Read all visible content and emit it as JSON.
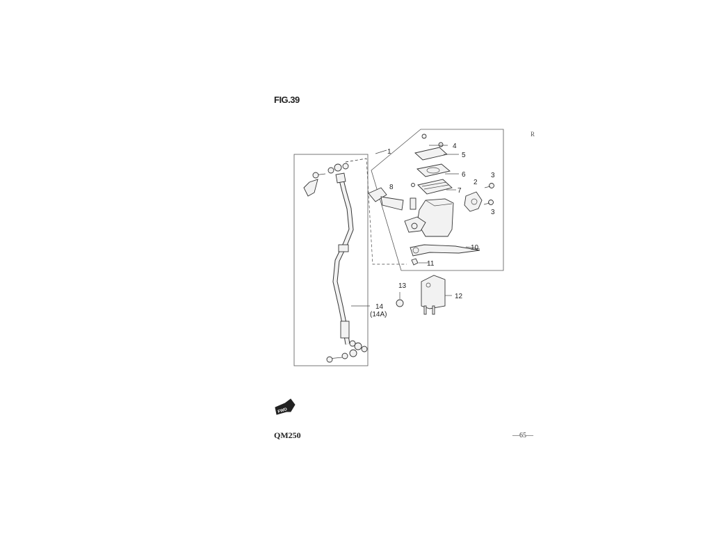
{
  "figure": {
    "title": "FIG.39"
  },
  "footer": {
    "model": "QM250",
    "page": "—65—"
  },
  "edge_mark": "R",
  "fwd_badge": {
    "label": "FWD"
  },
  "callouts": {
    "c1": "1",
    "c2": "2",
    "c3a": "3",
    "c3b": "3",
    "c4": "4",
    "c5": "5",
    "c6": "6",
    "c7": "7",
    "c8": "8",
    "c10": "10",
    "c11": "11",
    "c12": "12",
    "c13": "13",
    "c14": "14",
    "c14a": "(14A)"
  },
  "colors": {
    "line": "#333333",
    "part_fill": "#f2f2f2",
    "background": "#ffffff"
  }
}
